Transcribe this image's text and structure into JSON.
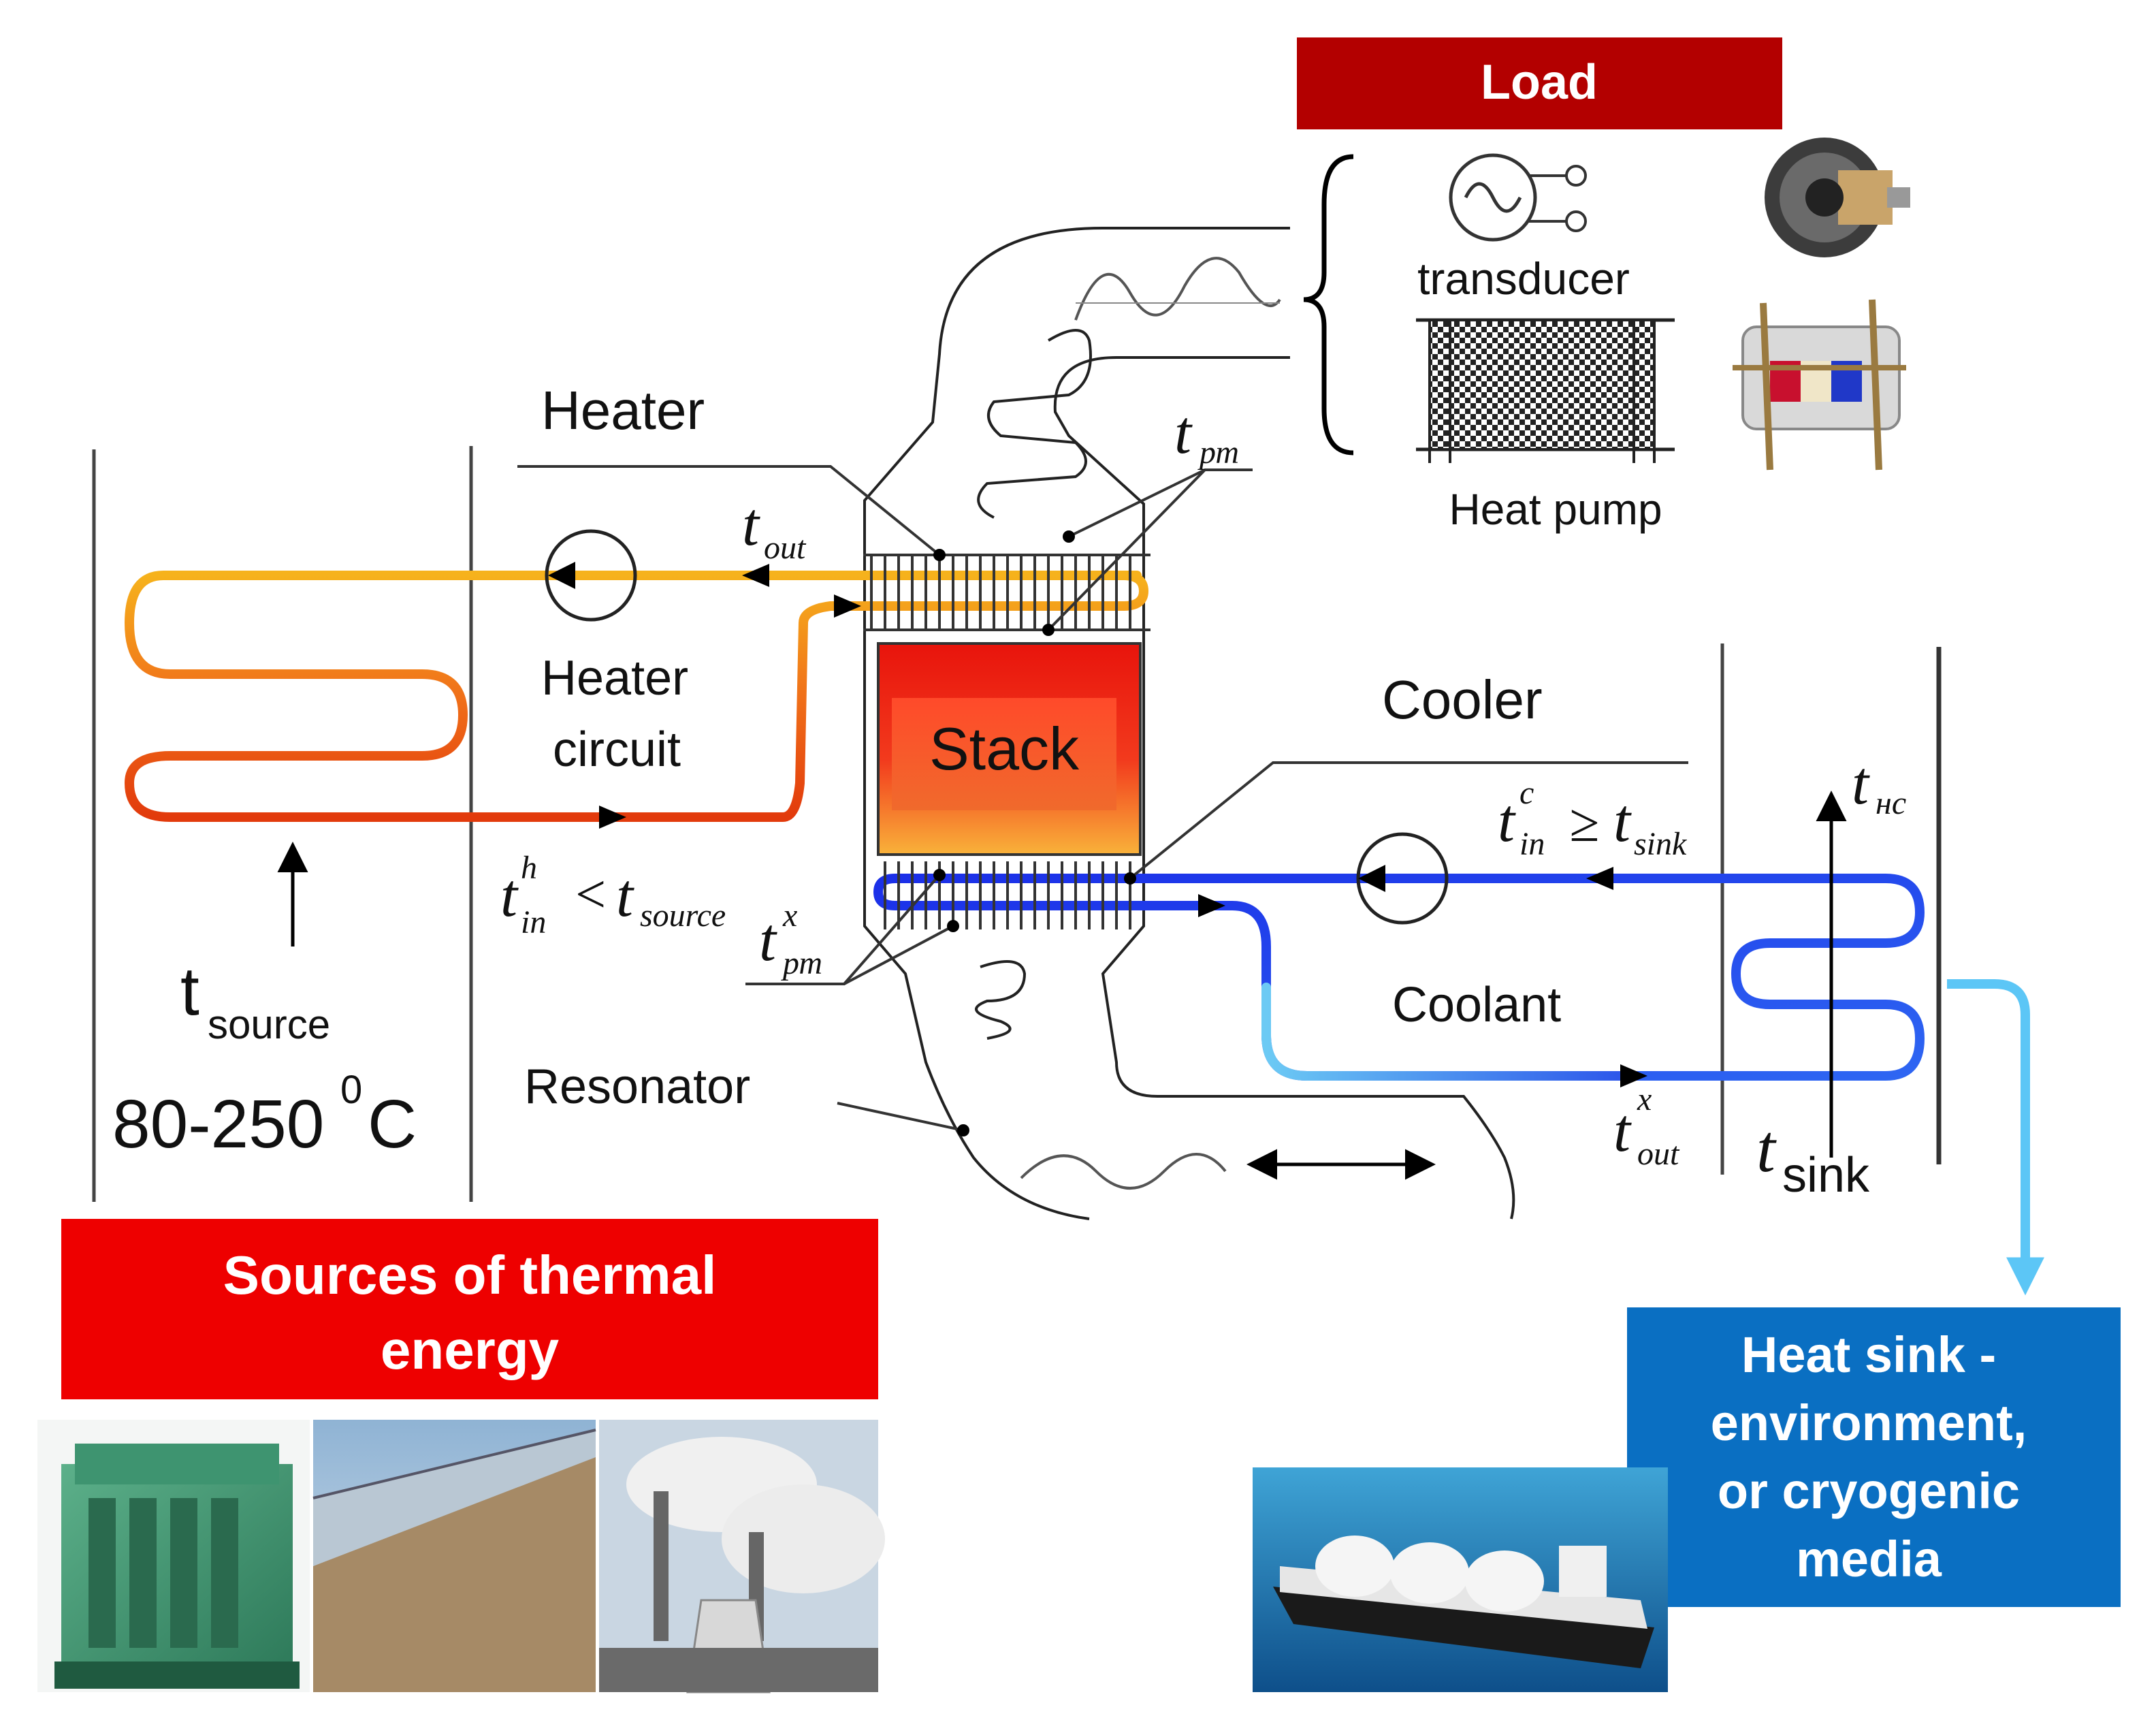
{
  "boxes": {
    "load": "Load",
    "sources_line1": "Sources of thermal",
    "sources_line2": "energy",
    "sink_line1": "Heat sink -",
    "sink_line2": "environment,",
    "sink_line3": "or cryogenic",
    "sink_line4": "media"
  },
  "labels": {
    "transducer": "transducer",
    "heat_pump": "Heat pump",
    "heater": "Heater",
    "heater_circuit_1": "Heater",
    "heater_circuit_2": "circuit",
    "stack": "Stack",
    "cooler": "Cooler",
    "coolant": "Coolant",
    "resonator": "Resonator",
    "t_source_t": "t",
    "t_source_sub": "source",
    "temp_range_num": "80-250",
    "temp_range_sup": "0",
    "temp_range_unit": "C",
    "t_sink_t": "t",
    "t_sink_sub": "sink"
  },
  "math": {
    "t": "t",
    "sub_out": "out",
    "sub_pt": "рт",
    "sub_in": "in",
    "sup_h": "h",
    "sup_c": "c",
    "sup_x": "x",
    "lt": "<",
    "ge": "≥",
    "sub_source": "source",
    "sub_sink": "sink",
    "sub_hc": "нс"
  },
  "colors": {
    "load_box": "#b30000",
    "sources_box": "#ee0000",
    "sink_box": "#0a6fc2",
    "hot_pipe": "#ee5a10",
    "cold_pipe": "#1a3de6",
    "sink_arrow": "#5cc6f6"
  },
  "icons": [
    "alternator-icon",
    "engine-icon",
    "solar-field-photo",
    "power-plant-photo",
    "lng-ship-photo",
    "generator-icon",
    "thermoacoustic-device-icon"
  ]
}
